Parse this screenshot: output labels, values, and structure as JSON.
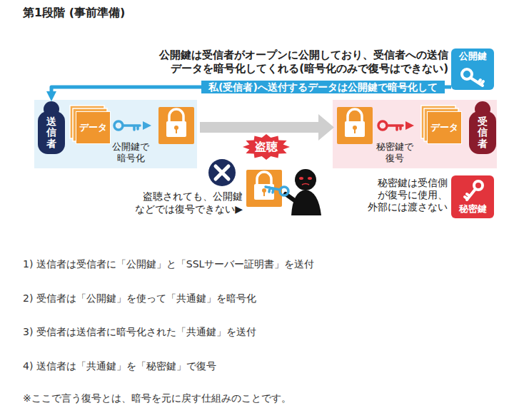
{
  "diagram": {
    "title": "第1段階 (事前準備)",
    "nodes": [
      {
        "text": [
          "公開鍵"
        ]
      },
      {
        "text": [
          "送信者"
        ]
      },
      {
        "text": [
          "データ"
        ]
      },
      {
        "text": [
          "盗聴"
        ]
      },
      {
        "text": [
          "データ"
        ]
      },
      {
        "text": [
          "受信者"
        ]
      },
      {
        "text": [
          "秘密鍵"
        ]
      }
    ],
    "edges": [
      {
        "from": 0,
        "to": 1,
        "arrow": "to",
        "label": "私(受信者)へ送付するデータは公開鍵で暗号化して"
      }
    ],
    "labels": [
      "公開鍵は受信者がオープンに公開しており、受信者への送信 データを暗号化してくれる(暗号化のみで復号はできない)",
      "公開鍵で 暗号化",
      "秘密鍵で 復号",
      "盗聴されても、公開鍵 などでは復号できない▶",
      "秘密鍵は受信側 が復号に使用、 外部には渡さない",
      "1) 送信者は受信者に「公開鍵」と「SSLサーバー証明書」を送付",
      "2) 受信者は「公開鍵」を使って「共通鍵」を暗号化",
      "3) 受信者は送信者に暗号化された「共通鍵」を送付",
      "4) 送信者は「共通鍵」を「秘密鍵」で復号",
      "※ここで言う復号とは、暗号を元に戻す仕組みのことです。"
    ]
  }
}
